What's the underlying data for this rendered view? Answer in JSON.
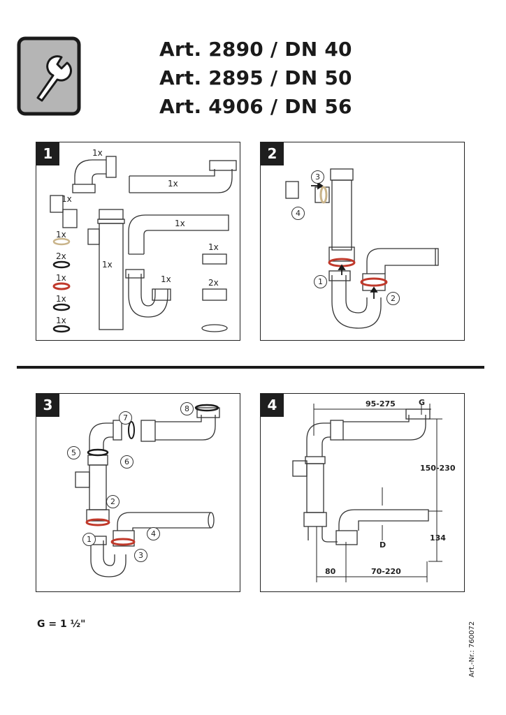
{
  "header": {
    "title_lines": [
      "Art. 2890 / DN 40",
      "Art. 2895 / DN 50",
      "Art. 4906 / DN 56"
    ],
    "logo_icon": "wrench-icon"
  },
  "panels": [
    {
      "number": "1",
      "quantities": [
        "1x",
        "1x",
        "1x",
        "1x",
        "1x",
        "1x",
        "2x",
        "1x",
        "1x",
        "1x",
        "1x",
        "2x",
        "1x"
      ]
    },
    {
      "number": "2",
      "steps": [
        "1",
        "2",
        "3",
        "4"
      ]
    },
    {
      "number": "3",
      "steps": [
        "1",
        "2",
        "3",
        "4",
        "5",
        "6",
        "7",
        "8"
      ]
    },
    {
      "number": "4",
      "dimensions": {
        "width_top": "95-275",
        "thread": "G",
        "height_upper": "150-230",
        "height_lower": "134",
        "diameter": "D",
        "offset": "80",
        "length": "70-220"
      }
    }
  ],
  "footer": {
    "thread_note": "G = 1 ½\"",
    "article_number": "Art.-Nr.: 760072"
  },
  "colors": {
    "ink": "#1a1a1a",
    "red_ring": "#c0392b",
    "tan_ring": "#c9b48a",
    "logo_gray": "#b5b5b5"
  }
}
